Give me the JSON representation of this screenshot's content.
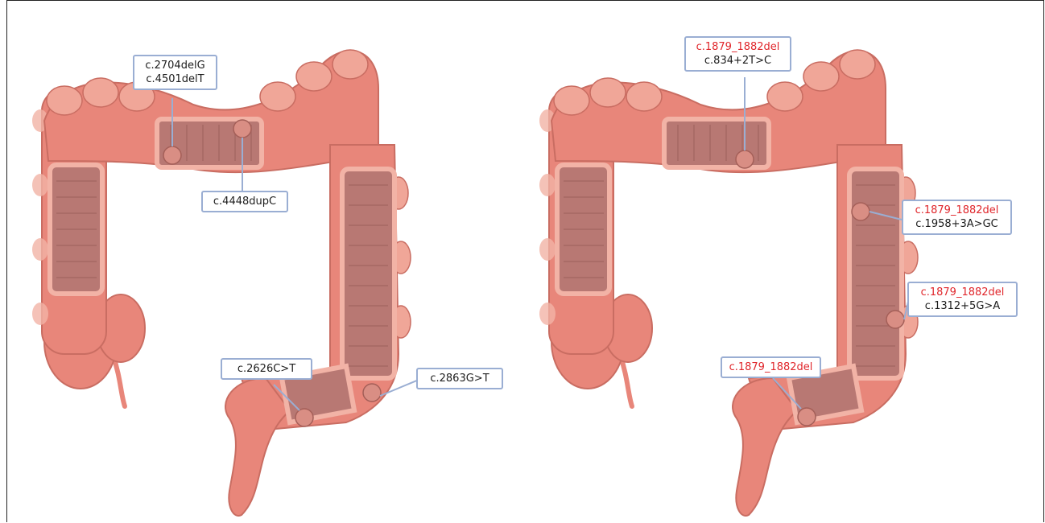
{
  "left_panel": {
    "labels": [
      {
        "id": "top",
        "lines": [
          {
            "text": "c.2704delG",
            "color": "#1c1c1c"
          },
          {
            "text": "c.4501delT",
            "color": "#1c1c1c"
          }
        ]
      },
      {
        "id": "mid",
        "lines": [
          {
            "text": "c.4448dupC",
            "color": "#1c1c1c"
          }
        ]
      },
      {
        "id": "sigmoid",
        "lines": [
          {
            "text": "c.2626C>T",
            "color": "#1c1c1c"
          }
        ]
      },
      {
        "id": "descending-low",
        "lines": [
          {
            "text": "c.2863G>T",
            "color": "#1c1c1c"
          }
        ]
      }
    ]
  },
  "right_panel": {
    "labels": [
      {
        "id": "top",
        "lines": [
          {
            "text": "c.1879_1882del",
            "color": "#e0262b"
          },
          {
            "text": "c.834+2T>C",
            "color": "#1c1c1c"
          }
        ]
      },
      {
        "id": "descending-upper",
        "lines": [
          {
            "text": "c.1879_1882del",
            "color": "#e0262b"
          },
          {
            "text": "c.1958+3A>GC",
            "color": "#1c1c1c"
          }
        ]
      },
      {
        "id": "descending-lower",
        "lines": [
          {
            "text": "c.1879_1882del",
            "color": "#e0262b"
          },
          {
            "text": "c.1312+5G>A",
            "color": "#1c1c1c"
          }
        ]
      },
      {
        "id": "sigmoid",
        "lines": [
          {
            "text": "c.1879_1882del",
            "color": "#e0262b"
          }
        ]
      }
    ]
  },
  "colors": {
    "tissue": "#e8867a",
    "tissue_light": "#f2b3a6",
    "mucosa": "#b87873",
    "callout_border": "#9aaed3",
    "highlight": "#e0262b"
  }
}
